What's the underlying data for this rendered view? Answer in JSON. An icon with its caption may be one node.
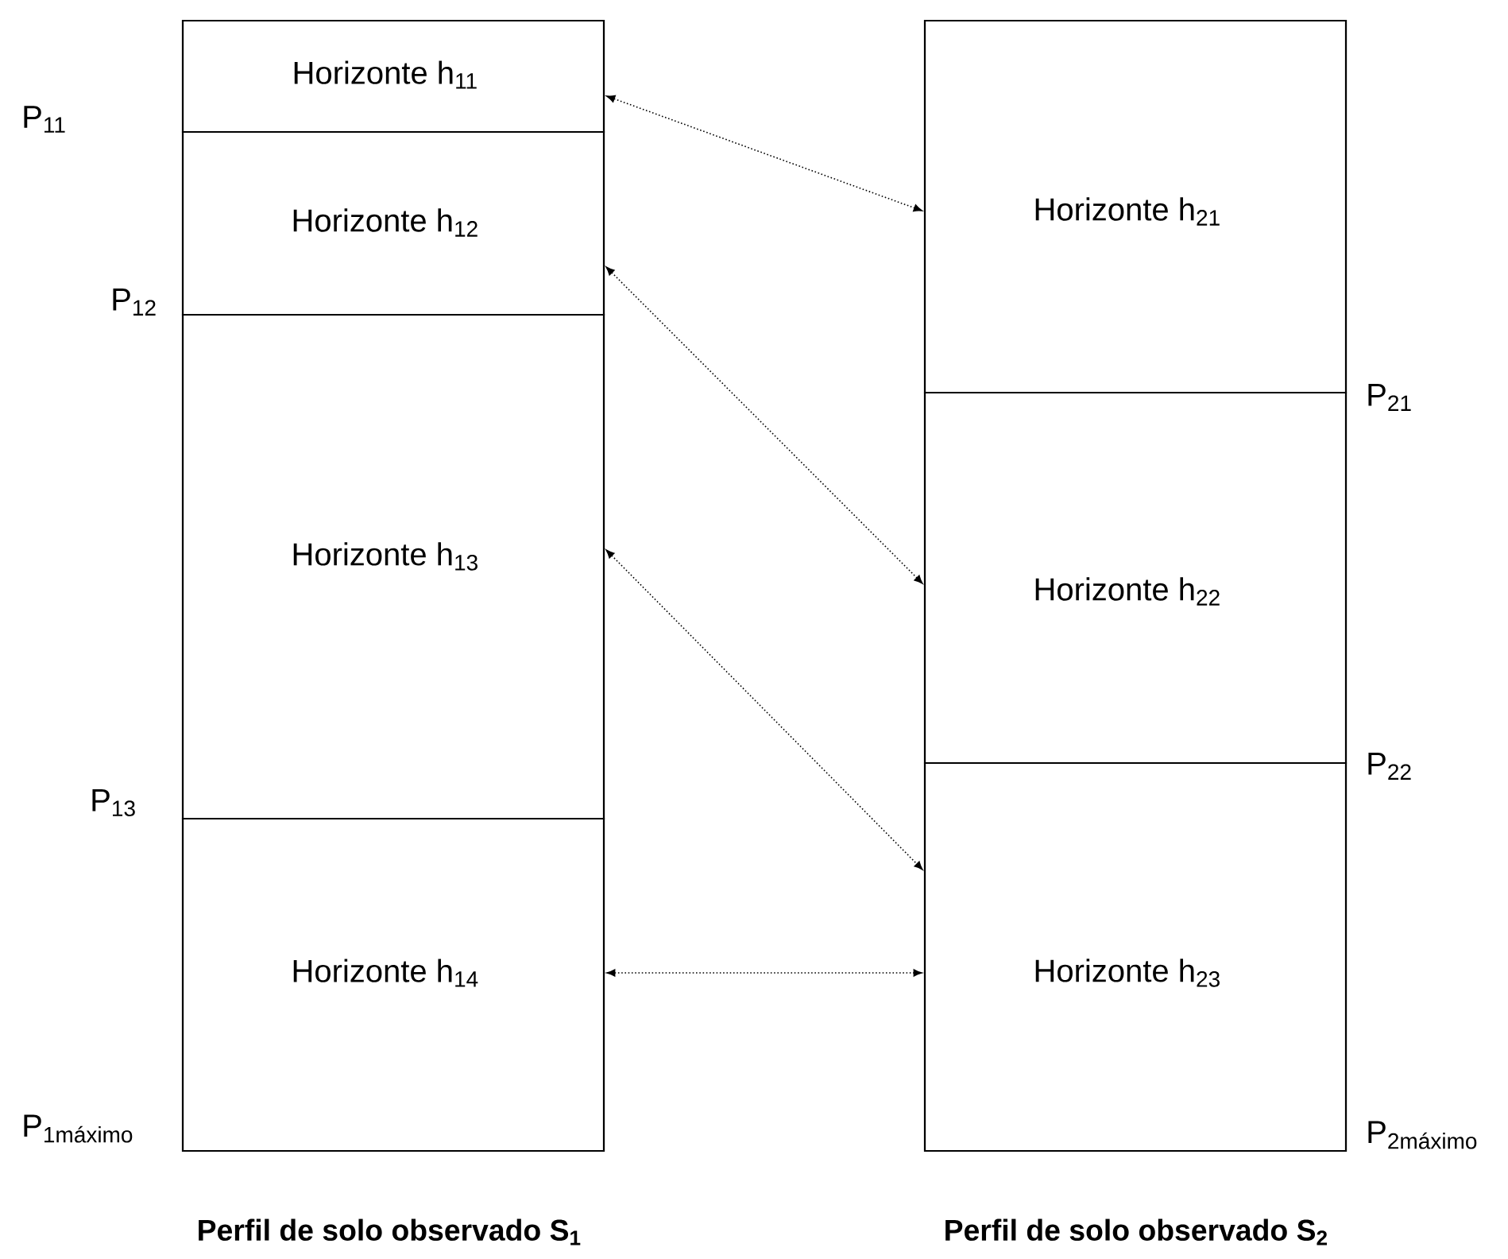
{
  "diagram": {
    "nodes": [
      {
        "text": [
          "Perfil de solo observado S$_{1}$"
        ]
      },
      {
        "text": [
          "Horizonte h$_{11}$"
        ],
        "in": 0
      },
      {
        "text": [
          "Horizonte h$_{12}$"
        ],
        "in": 0
      },
      {
        "text": [
          "Horizonte h$_{13}$"
        ],
        "in": 0
      },
      {
        "text": [
          "Horizonte h$_{14}$"
        ],
        "in": 0
      },
      {
        "text": [
          "Perfil de solo observado S$_{2}$"
        ]
      },
      {
        "text": [
          "Horizonte h$_{21}$"
        ],
        "in": 5
      },
      {
        "text": [
          "Horizonte h$_{22}$"
        ],
        "in": 5
      },
      {
        "text": [
          "Horizonte h$_{23}$"
        ],
        "in": 5
      }
    ],
    "edges": [
      {
        "from": 1,
        "to": 6,
        "arrow": "both"
      },
      {
        "from": 2,
        "to": 7,
        "arrow": "both"
      },
      {
        "from": 3,
        "to": 8,
        "arrow": "both"
      },
      {
        "from": 4,
        "to": 8,
        "arrow": "both"
      }
    ],
    "labels": [
      "P$_{11}$",
      "P$_{12}$",
      "P$_{13}$",
      "P$_{1máximo}$",
      "P$_{21}$",
      "P$_{22}$",
      "P$_{2máximo}$"
    ]
  }
}
